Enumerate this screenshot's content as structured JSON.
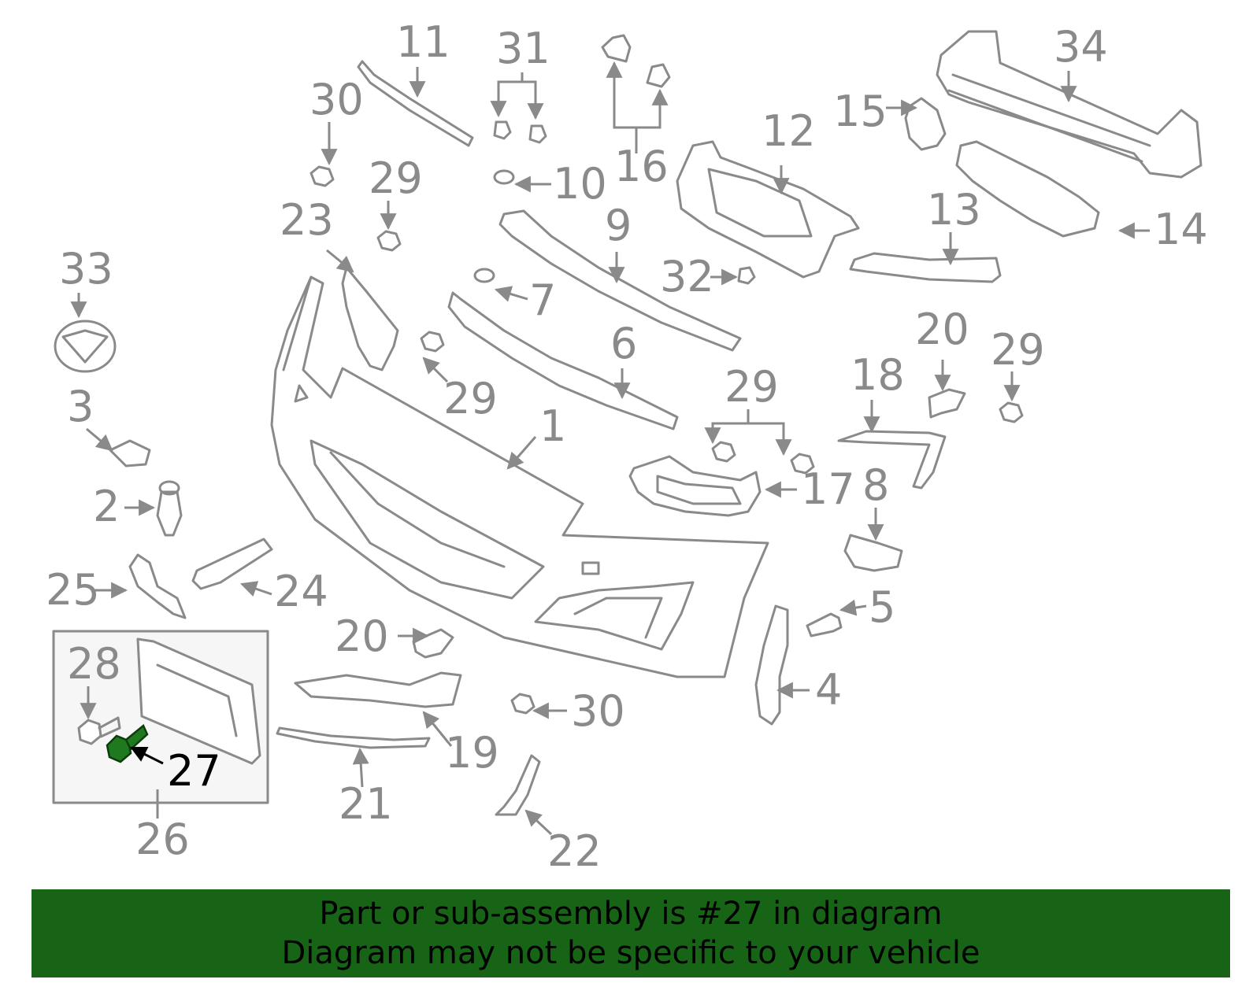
{
  "diagram": {
    "highlight_color": "#1f7a1f",
    "highlighted_part": "27",
    "callouts": {
      "n1": "1",
      "n2": "2",
      "n3": "3",
      "n4": "4",
      "n5": "5",
      "n6": "6",
      "n7": "7",
      "n8": "8",
      "n9": "9",
      "n10": "10",
      "n11": "11",
      "n12": "12",
      "n13": "13",
      "n14": "14",
      "n15": "15",
      "n16": "16",
      "n17": "17",
      "n18": "18",
      "n19": "19",
      "n20a": "20",
      "n20b": "20",
      "n21": "21",
      "n22": "22",
      "n23": "23",
      "n24": "24",
      "n25": "25",
      "n26": "26",
      "n27": "27",
      "n28": "28",
      "n29a": "29",
      "n29b": "29",
      "n29c": "29",
      "n29d": "29",
      "n30a": "30",
      "n30b": "30",
      "n31": "31",
      "n32": "32",
      "n33": "33",
      "n34": "34"
    }
  },
  "banner": {
    "color": "#176417",
    "line1": "Part or sub-assembly is #27 in diagram",
    "line2": "Diagram may not be specific to your vehicle"
  }
}
